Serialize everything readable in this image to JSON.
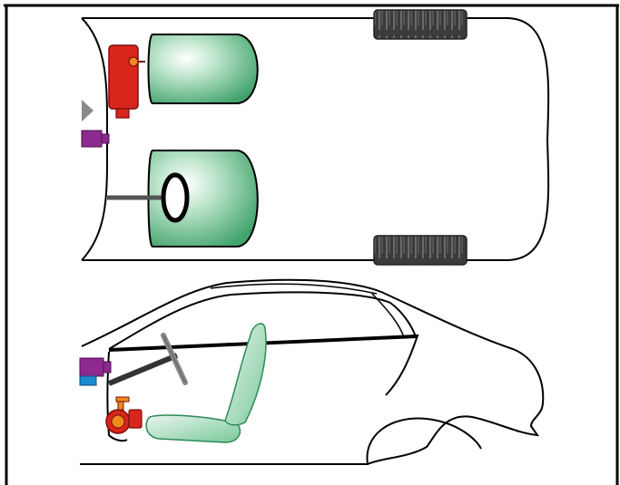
{
  "figure": {
    "views": [
      "top-view",
      "side-view"
    ],
    "components": {
      "gas_cylinder": "cylinder-icon",
      "airbag_front_seat": "seat-airbag",
      "steering_airbag": "steering-wheel-airbag",
      "dashboard_actuator": "actuator-icon",
      "sensor": "sensor-icon"
    },
    "colors": {
      "outline": "#000000",
      "cylinder_red": "#d8261c",
      "airbag_green": "#4caf7a",
      "airbag_light": "#dff3e6",
      "purple_device": "#8e2a8f",
      "blue_device": "#1d8bd0",
      "orange_regulator": "#f08a1c",
      "tire_dark": "#3b3b3b",
      "gray_marker": "#8a8a8a"
    }
  }
}
